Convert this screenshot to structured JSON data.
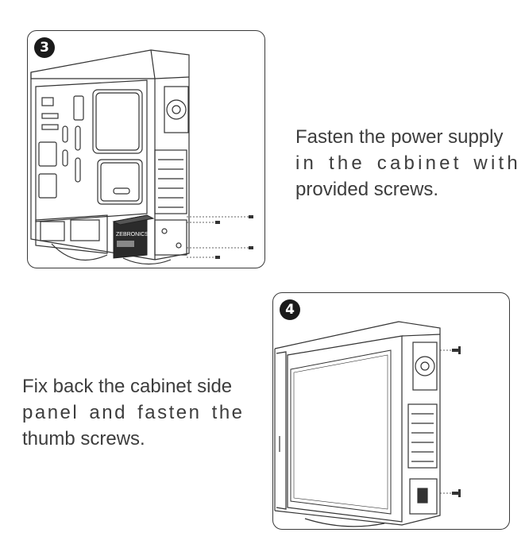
{
  "steps": [
    {
      "number": "3",
      "caption_lines": [
        "Fasten the power supply",
        "in the cabinet with",
        "provided screws."
      ],
      "psu_brand": "ZEBRONICS"
    },
    {
      "number": "4",
      "caption_lines": [
        "Fix back the cabinet side",
        "panel and fasten the",
        "thumb screws."
      ]
    }
  ],
  "colors": {
    "line": "#333333",
    "text": "#3d3d3d",
    "badge": "#1a1a1a",
    "psu": "#2b2b2b"
  }
}
